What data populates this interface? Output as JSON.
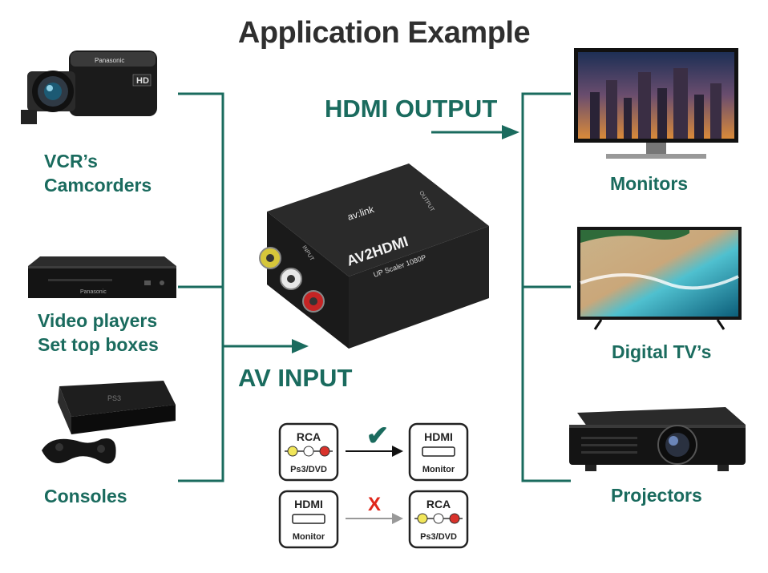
{
  "title": "Application Example",
  "sources": {
    "camcorder": {
      "line1": "VCR’s",
      "line2": "Camcorders",
      "brand": "Panasonic",
      "hd": "HD"
    },
    "player": {
      "line1": "Video players",
      "line2": "Set top boxes",
      "brand": "Panasonic"
    },
    "console": {
      "line1": "Consoles",
      "brand": "PS3"
    }
  },
  "outputs": {
    "monitor": "Monitors",
    "tv": "Digital TV’s",
    "projector": "Projectors"
  },
  "flow": {
    "output_label": "HDMI OUTPUT",
    "input_label": "AV INPUT"
  },
  "device": {
    "logo": "av:link",
    "model": "AV2HDMI",
    "subtitle": "UP Scaler 1080P",
    "input": "INPUT",
    "output": "OUTPUT"
  },
  "compat": {
    "ok": {
      "from_top": "RCA",
      "from_bottom": "Ps3/DVD",
      "to_top": "HDMI",
      "to_bottom": "Monitor",
      "mark": "✔"
    },
    "bad": {
      "from_top": "HDMI",
      "from_bottom": "Monitor",
      "to_top": "RCA",
      "to_bottom": "Ps3/DVD",
      "mark": "X"
    }
  },
  "colors": {
    "accent": "#1a6b5e",
    "ok": "#1a6b5e",
    "bad": "#e0271b"
  }
}
